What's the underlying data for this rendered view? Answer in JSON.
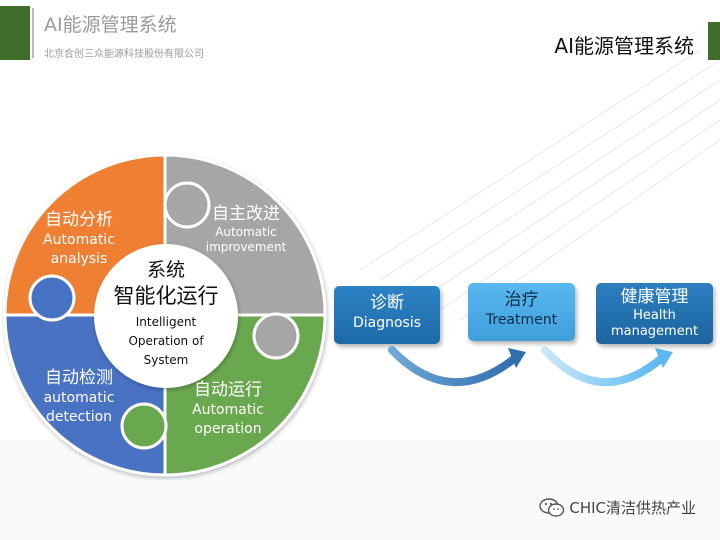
{
  "header": {
    "title": "AI能源管理系统",
    "subtitle": "北京合创三众能源科技股份有限公司"
  },
  "page_title": "AI能源管理系统",
  "puzzle": {
    "center": {
      "line1": "系统",
      "line2": "智能化运行",
      "line3": "Intelligent",
      "line4": "Operation of",
      "line5": "System"
    },
    "analysis": {
      "zh": "自动分析",
      "en1": "Automatic",
      "en2": "analysis"
    },
    "improvement": {
      "zh": "自主改进",
      "en1": "Automatic",
      "en2": "improvement"
    },
    "detection": {
      "zh": "自动检测",
      "en1": "automatic",
      "en2": "detection"
    },
    "operation": {
      "zh": "自动运行",
      "en1": "Automatic",
      "en2": "operation"
    },
    "colors": {
      "orange": "#ef7f31",
      "gray": "#a6a6a6",
      "blue": "#4872c3",
      "green": "#6aa84f"
    }
  },
  "flow": {
    "diagnosis": {
      "zh": "诊断",
      "en": "Diagnosis"
    },
    "treatment": {
      "zh": "治疗",
      "en": "Treatment"
    },
    "health": {
      "zh": "健康管理",
      "en1": "Health",
      "en2": "management"
    }
  },
  "footer": {
    "icon": "wechat-icon",
    "text": "CHIC清洁供热产业"
  }
}
